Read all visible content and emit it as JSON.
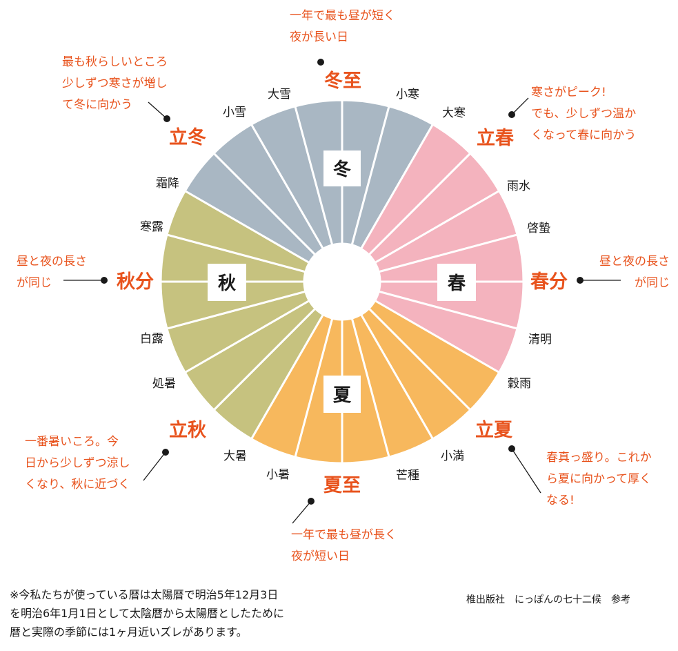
{
  "colors": {
    "winter": "#a9b7c3",
    "spring": "#f4b3be",
    "summer": "#f7b85d",
    "autumn": "#c6c27f",
    "accent": "#e8531d",
    "text": "#1a1a1a"
  },
  "seasons": [
    {
      "key": "winter",
      "label": "冬"
    },
    {
      "key": "spring",
      "label": "春"
    },
    {
      "key": "summer",
      "label": "夏"
    },
    {
      "key": "autumn",
      "label": "秋"
    }
  ],
  "sectors": [
    {
      "season": "winter",
      "label": "小寒"
    },
    {
      "season": "winter",
      "label": "大寒"
    },
    {
      "season": "spring",
      "label": "立春",
      "major": true
    },
    {
      "season": "spring",
      "label": "雨水"
    },
    {
      "season": "spring",
      "label": "啓蟄"
    },
    {
      "season": "spring",
      "label": "春分",
      "major": true
    },
    {
      "season": "spring",
      "label": "清明"
    },
    {
      "season": "spring",
      "label": "穀雨"
    },
    {
      "season": "summer",
      "label": "立夏",
      "major": true
    },
    {
      "season": "summer",
      "label": "小満"
    },
    {
      "season": "summer",
      "label": "芒種"
    },
    {
      "season": "summer",
      "label": "夏至",
      "major": true
    },
    {
      "season": "summer",
      "label": "小暑"
    },
    {
      "season": "summer",
      "label": "大暑"
    },
    {
      "season": "autumn",
      "label": "立秋",
      "major": true
    },
    {
      "season": "autumn",
      "label": "処暑"
    },
    {
      "season": "autumn",
      "label": "白露"
    },
    {
      "season": "autumn",
      "label": "秋分",
      "major": true
    },
    {
      "season": "autumn",
      "label": "寒露"
    },
    {
      "season": "autumn",
      "label": "霜降"
    },
    {
      "season": "winter",
      "label": "立冬",
      "major": true
    },
    {
      "season": "winter",
      "label": "小雪"
    },
    {
      "season": "winter",
      "label": "大雪"
    },
    {
      "season": "winter",
      "label": "冬至",
      "major": true
    }
  ],
  "annotations": {
    "touji": [
      "一年で最も昼が短く",
      "夜が長い日"
    ],
    "risshun": [
      "寒さがピーク!",
      "でも、少しずつ温か",
      "くなって春に向かう"
    ],
    "shunbun": [
      "昼と夜の長さ",
      "が同じ"
    ],
    "rikka": [
      "春真っ盛り。これか",
      "ら夏に向かって厚く",
      "なる!"
    ],
    "geshi": [
      "一年で最も昼が長く",
      "夜が短い日"
    ],
    "risshuu": [
      "一番暑いころ。今",
      "日から少しずつ涼し",
      "くなり、秋に近づく"
    ],
    "shuubun": [
      "昼と夜の長さ",
      "が同じ"
    ],
    "rittou": [
      "最も秋らしいところ",
      "少しずつ寒さが増し",
      "て冬に向かう"
    ]
  },
  "footnote": {
    "lines": [
      "※今私たちが使っている暦は太陽暦で明治5年12月3日",
      "を明治6年1月1日として太陰暦から太陽暦としたために",
      "暦と実際の季節には1ヶ月近いズレがあります。"
    ]
  },
  "source": "椎出版社　にっぽんの七十二候　参考"
}
